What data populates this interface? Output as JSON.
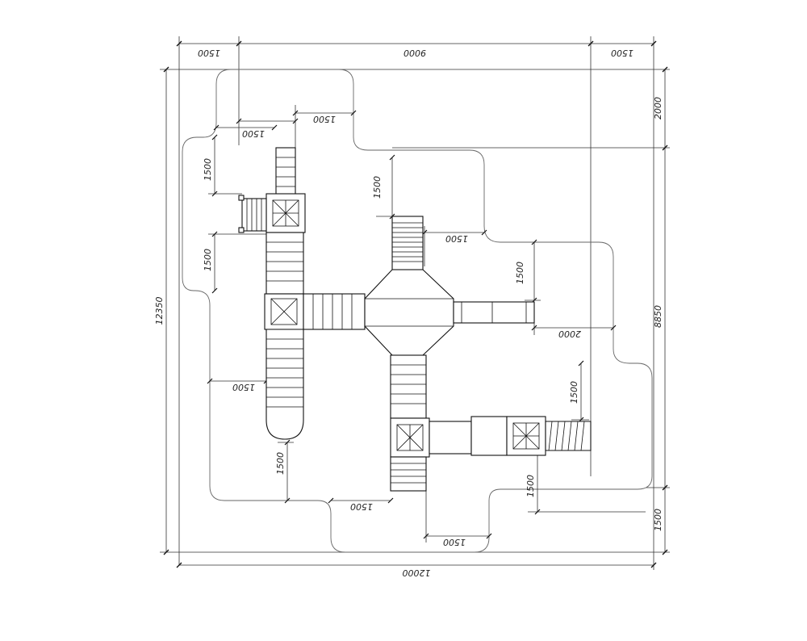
{
  "drawing": {
    "colors": {
      "lines": "#333333",
      "zone": "#666666",
      "background": "#ffffff"
    },
    "dimensions": {
      "top_left": "1500",
      "top_middle": "9000",
      "top_right": "1500",
      "right_top": "2000",
      "right_middle": "8850",
      "right_bottom": "1500",
      "left_total": "12350",
      "bottom_total": "12000",
      "upper_offset": "1500",
      "upper_left_offset": "1500",
      "left_upper_vertical": "1500",
      "center_top_vertical": "1500",
      "center_slide_gap": "1500",
      "left_middle_vertical": "1500",
      "right_upper_vertical": "1500",
      "right_gap": "2000",
      "left_lower_offset": "1500",
      "lower_right_vertical": "1500",
      "lower_left_vertical": "1500",
      "bottom_center": "1500",
      "bottom_right_vertical": "1500",
      "bottom_lower": "1500"
    }
  }
}
